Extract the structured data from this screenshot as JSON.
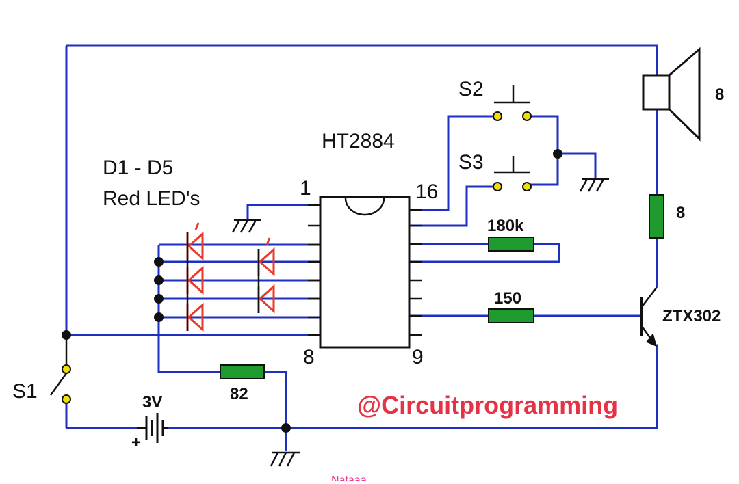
{
  "ic": {
    "name": "HT2884",
    "pin_top_left": "1",
    "pin_top_right": "16",
    "pin_bottom_left": "8",
    "pin_bottom_right": "9"
  },
  "leds": {
    "line1": "D1 - D5",
    "line2": "Red LED's"
  },
  "switches": {
    "s1": "S1",
    "s2": "S2",
    "s3": "S3"
  },
  "resistors": {
    "r_180k": "180k",
    "r_150": "150",
    "r_82": "82",
    "r_8": "8"
  },
  "speaker": {
    "value": "8"
  },
  "transistor": {
    "name": "ZTX302"
  },
  "battery": {
    "voltage": "3V",
    "polarity": "+"
  },
  "watermark": "@Circuitprogramming",
  "cut_text": "Nataaa",
  "colors": {
    "wire": "#1f2fbf",
    "resistor": "#1e9a2f",
    "led": "#e83a2a",
    "watermark": "#e53346"
  }
}
